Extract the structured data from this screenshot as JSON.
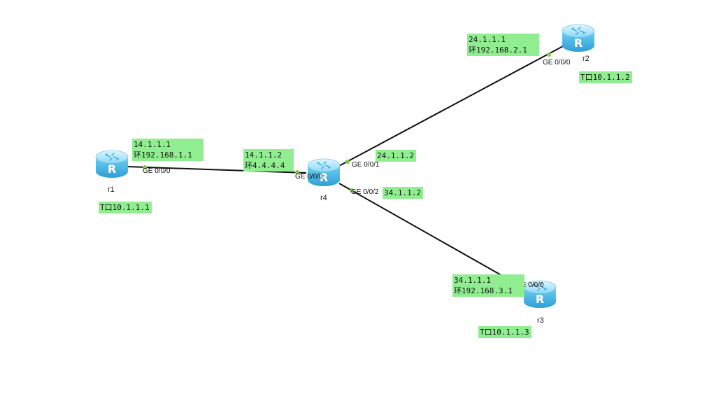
{
  "colors": {
    "note_background": "#90ee90",
    "link": "#111111",
    "port_dot": "#7ac943",
    "router_body": "#5fc6ee"
  },
  "icons": {
    "router": "router-icon"
  },
  "routers": {
    "r1": {
      "name": "r1"
    },
    "r2": {
      "name": "r2"
    },
    "r3": {
      "name": "r3"
    },
    "r4": {
      "name": "r4"
    }
  },
  "ports": {
    "r1_ge000": "GE 0/0/0",
    "r4_ge000": "GE 0/0/0",
    "r4_ge001": "GE 0/0/1",
    "r4_ge002": "GE 0/0/2",
    "r2_ge000": "GE 0/0/0",
    "r3_ge000": "GE 0/0/0"
  },
  "notes": {
    "r1_link": [
      "14.1.1.1",
      "环192.168.1.1"
    ],
    "r1_tunnel": "T口10.1.1.1",
    "r4_link": [
      "14.1.1.2",
      "环4.4.4.4"
    ],
    "r4_to_r2": "24.1.1.2",
    "r4_to_r3": "34.1.1.2",
    "r2_link": [
      "24.1.1.1",
      "环192.168.2.1"
    ],
    "r2_tunnel": "T口10.1.1.2",
    "r3_link": [
      "34.1.1.1",
      "环192.168.3.1"
    ],
    "r3_tunnel": "T口10.1.1.3"
  }
}
